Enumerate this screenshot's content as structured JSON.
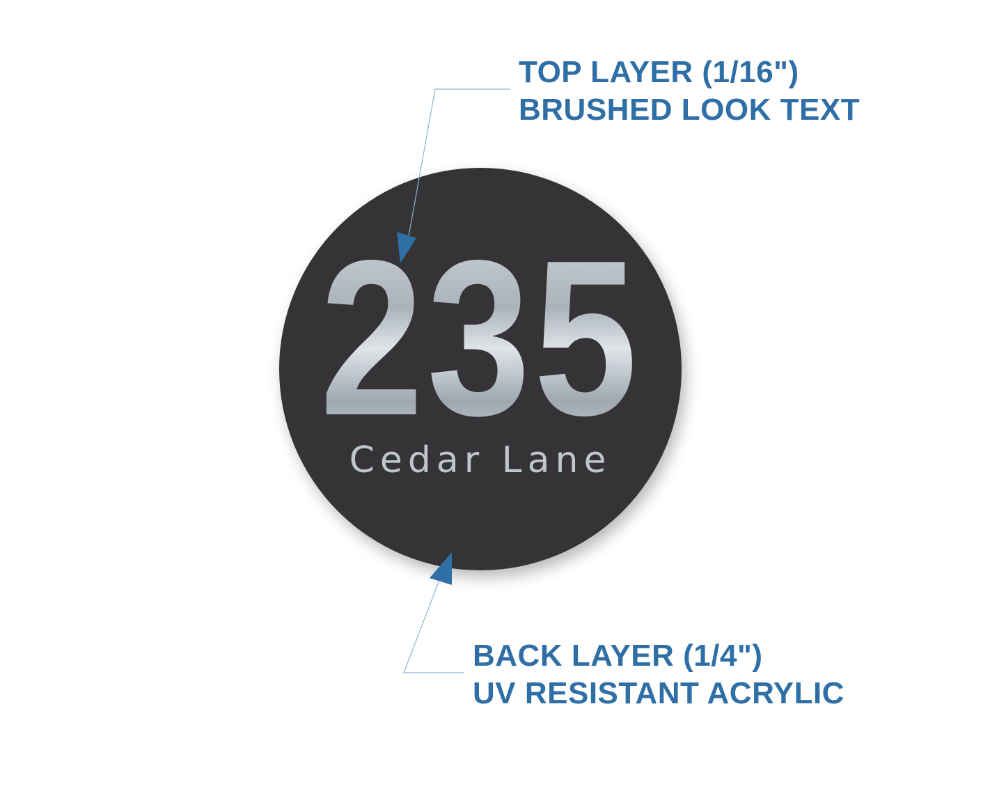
{
  "colors": {
    "accent": "#2f6fa6",
    "sign_background": "#353335",
    "brushed_text": "#bfc6cc",
    "leader_line": "#8fb3cf"
  },
  "callouts": {
    "top": {
      "line1": "TOP LAYER (1/16\")",
      "line2": "BRUSHED LOOK TEXT"
    },
    "back": {
      "line1": "BACK LAYER (1/4\")",
      "line2": "UV RESISTANT ACRYLIC"
    }
  },
  "sign": {
    "number": "235",
    "street": "Cedar Lane"
  },
  "icons": [
    "arrowhead-icon",
    "arrowhead-icon"
  ]
}
